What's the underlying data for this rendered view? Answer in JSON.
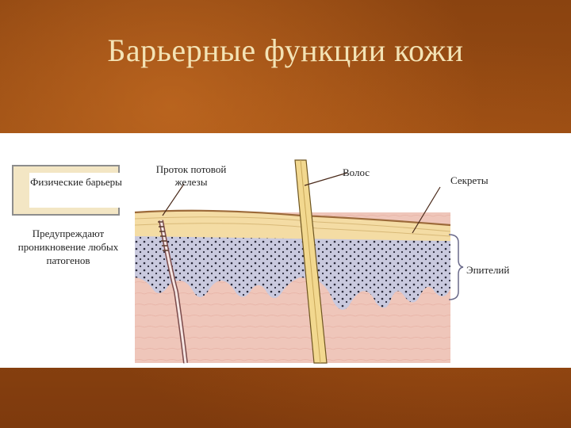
{
  "slide": {
    "title": "Барьерные функции кожи"
  },
  "diagram": {
    "box_label": "Физические барьеры",
    "description": "Предупреждают проникновение любых патогенов",
    "labels": {
      "sweat_duct": "Проток потовой железы",
      "hair": "Волос",
      "secretions": "Секреты",
      "epithelium": "Эпителий"
    }
  },
  "colors": {
    "background": "#8a4310",
    "title": "#f3e3b5",
    "stratum_corneum": "#f4dca4",
    "epithelium": "#c9c9de",
    "dermis": "#efc6ba",
    "hair": "#f2d88f"
  }
}
